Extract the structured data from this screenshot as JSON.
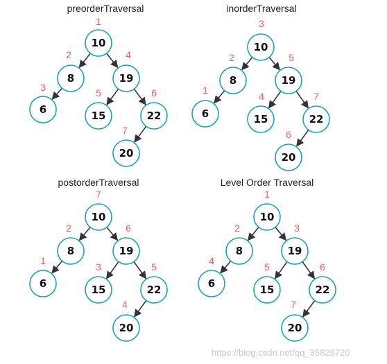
{
  "panels": [
    {
      "title": "preorderTraversal",
      "nodes": [
        {
          "id": "n10",
          "label": "10",
          "order": "1"
        },
        {
          "id": "n8",
          "label": "8",
          "order": "2"
        },
        {
          "id": "n19",
          "label": "19",
          "order": "4"
        },
        {
          "id": "n6",
          "label": "6",
          "order": "3"
        },
        {
          "id": "n15",
          "label": "15",
          "order": "5"
        },
        {
          "id": "n22",
          "label": "22",
          "order": "6"
        },
        {
          "id": "n20",
          "label": "20",
          "order": "7"
        }
      ]
    },
    {
      "title": "inorderTraversal",
      "nodes": [
        {
          "id": "n10",
          "label": "10",
          "order": "3"
        },
        {
          "id": "n8",
          "label": "8",
          "order": "2"
        },
        {
          "id": "n19",
          "label": "19",
          "order": "5"
        },
        {
          "id": "n6",
          "label": "6",
          "order": "1"
        },
        {
          "id": "n15",
          "label": "15",
          "order": "4"
        },
        {
          "id": "n22",
          "label": "22",
          "order": "7"
        },
        {
          "id": "n20",
          "label": "20",
          "order": "6"
        }
      ]
    },
    {
      "title": "postorderTraversal",
      "nodes": [
        {
          "id": "n10",
          "label": "10",
          "order": "7"
        },
        {
          "id": "n8",
          "label": "8",
          "order": "2"
        },
        {
          "id": "n19",
          "label": "19",
          "order": "6"
        },
        {
          "id": "n6",
          "label": "6",
          "order": "1"
        },
        {
          "id": "n15",
          "label": "15",
          "order": "3"
        },
        {
          "id": "n22",
          "label": "22",
          "order": "5"
        },
        {
          "id": "n20",
          "label": "20",
          "order": "4"
        }
      ]
    },
    {
      "title": "Level Order Traversal",
      "nodes": [
        {
          "id": "n10",
          "label": "10",
          "order": "1"
        },
        {
          "id": "n8",
          "label": "8",
          "order": "2"
        },
        {
          "id": "n19",
          "label": "19",
          "order": "3"
        },
        {
          "id": "n6",
          "label": "6",
          "order": "4"
        },
        {
          "id": "n15",
          "label": "15",
          "order": "5"
        },
        {
          "id": "n22",
          "label": "22",
          "order": "6"
        },
        {
          "id": "n20",
          "label": "20",
          "order": "7"
        }
      ]
    }
  ],
  "edges": [
    [
      "n10",
      "n8"
    ],
    [
      "n10",
      "n19"
    ],
    [
      "n8",
      "n6"
    ],
    [
      "n19",
      "n15"
    ],
    [
      "n19",
      "n22"
    ],
    [
      "n22",
      "n20"
    ]
  ],
  "colors": {
    "node_stroke": "#18a4b4",
    "order_label": "#ff5a5f",
    "edge": "#333333"
  },
  "watermark": "https://blog.csdn.net/qq_35828720"
}
